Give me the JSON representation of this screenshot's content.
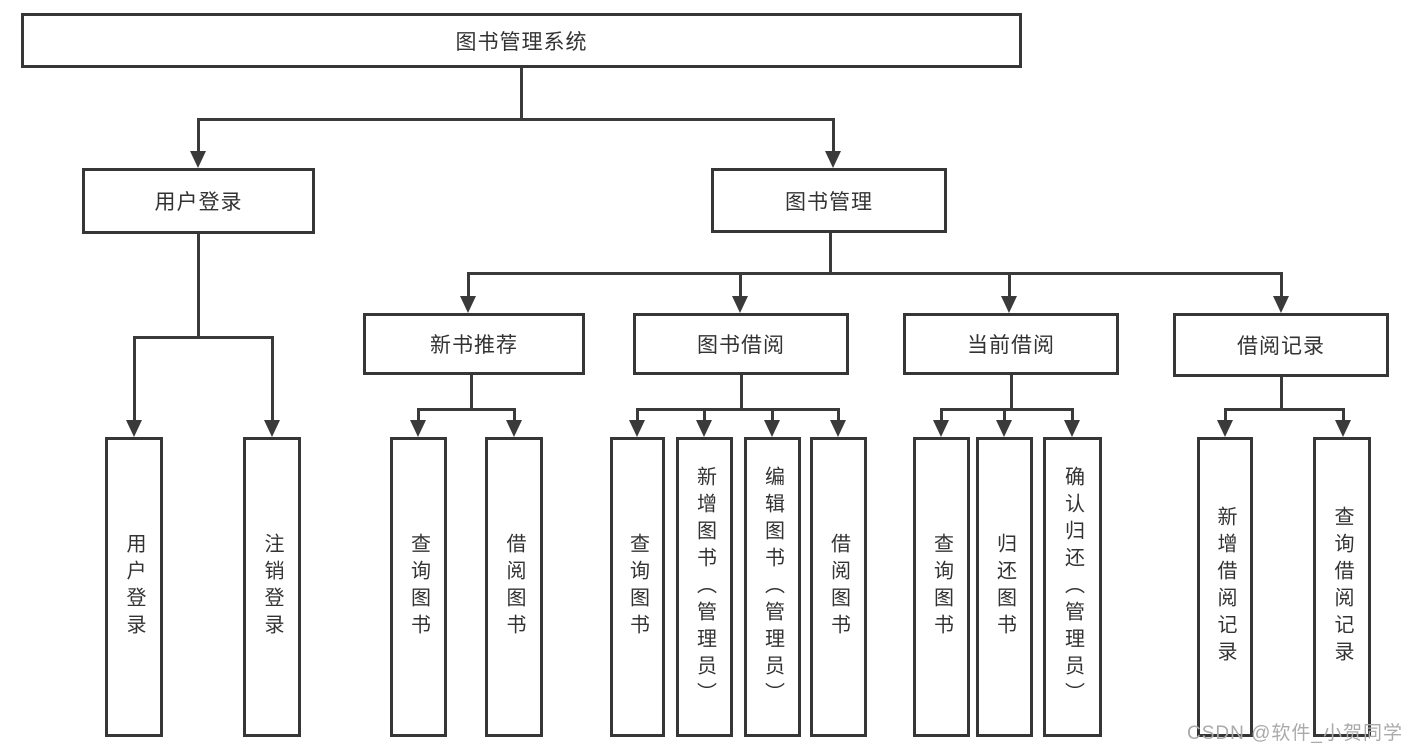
{
  "nodes": {
    "root": "图书管理系统",
    "level2": [
      "用户登录",
      "图书管理"
    ],
    "level3": [
      "新书推荐",
      "图书借阅",
      "当前借阅",
      "借阅记录"
    ],
    "leaves_login": [
      "用户登录",
      "注销登录"
    ],
    "leaves_recommend": [
      "查询图书",
      "借阅图书"
    ],
    "leaves_borrow": [
      "查询图书",
      "新增图书（管理员）",
      "编辑图书（管理员）",
      "借阅图书"
    ],
    "leaves_current": [
      "查询图书",
      "归还图书",
      "确认归还（管理员）"
    ],
    "leaves_records": [
      "新增借阅记录",
      "查询借阅记录"
    ]
  },
  "watermark": "CSDN @软件_小贺同学",
  "colors": {
    "line": "#3a3a3a",
    "border": "#363636",
    "text": "#333333",
    "watermark": "#aaaaaa",
    "background": "#ffffff"
  }
}
